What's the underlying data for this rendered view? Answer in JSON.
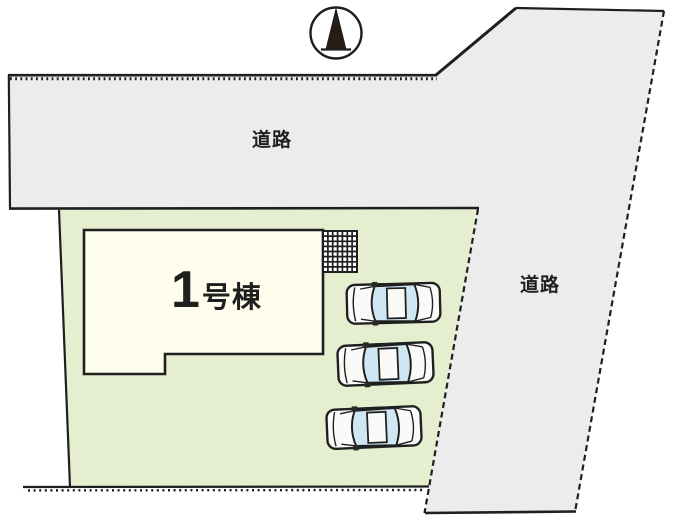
{
  "labels": {
    "road_top": "道路",
    "road_right": "道路",
    "building_number": "1",
    "building_suffix": "号棟"
  },
  "colors": {
    "background": "#ffffff",
    "road": "#ececec",
    "plot": "#e6eed0",
    "building": "#fffdee",
    "glass": "#cfe6f3",
    "car": "#fafaf8",
    "line": "#1f1f1f"
  },
  "counts": {
    "buildings": 1,
    "parked_cars": 3
  }
}
